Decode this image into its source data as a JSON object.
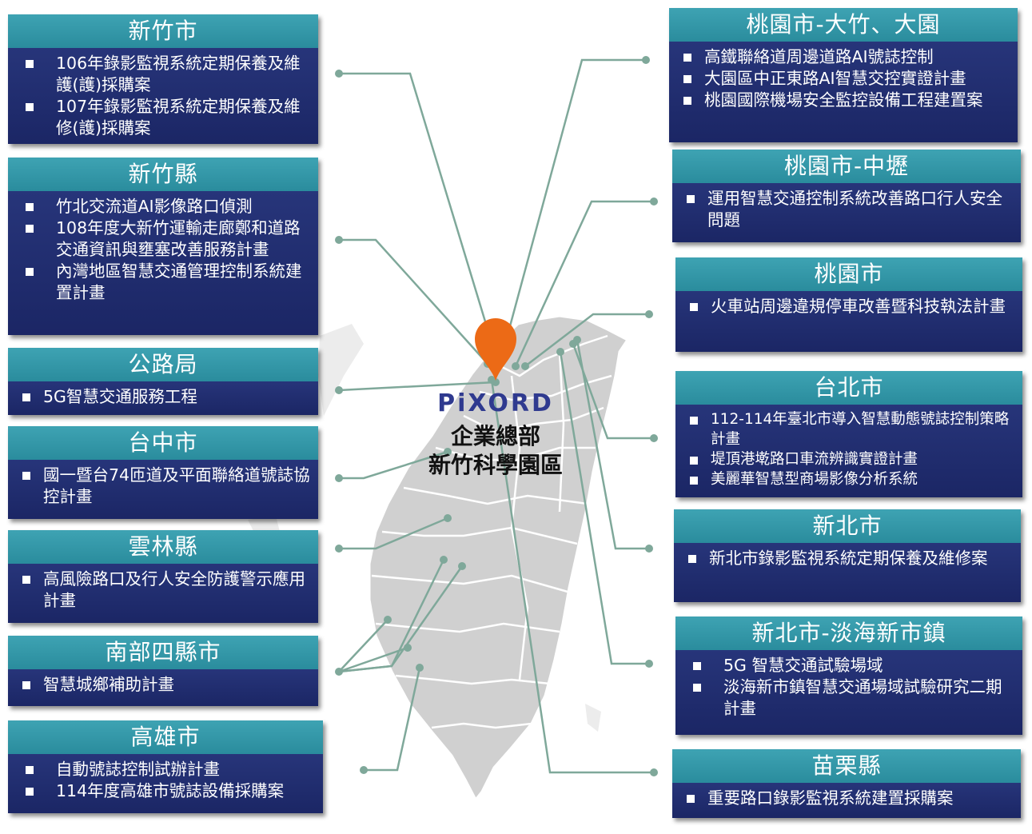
{
  "headquarters": {
    "logo_text": "PiXORD",
    "line1": "企業總部",
    "line2": "新竹科學園區"
  },
  "colors": {
    "header_teal": "#2f97a8",
    "body_navy": "#223070",
    "connector": "#7fa89a",
    "pin": "#ec6a16",
    "map_gray": "#d0d0d0"
  },
  "left_cards": [
    {
      "title": "新竹市",
      "items": [
        "106年錄影監視系統定期保養及維護(護)採購案",
        "107年錄影監視系統定期保養及維修(護)採購案"
      ]
    },
    {
      "title": "新竹縣",
      "items": [
        "竹北交流道AI影像路口偵測",
        "108年度大新竹運輸走廊鄭和道路交通資訊與壅塞改善服務計畫",
        "內灣地區智慧交通管理控制系統建置計畫"
      ]
    },
    {
      "title": "公路局",
      "items": [
        "5G智慧交通服務工程"
      ]
    },
    {
      "title": "台中市",
      "items": [
        "國一暨台74匝道及平面聯絡道號誌協控計畫"
      ]
    },
    {
      "title": "雲林縣",
      "items": [
        "高風險路口及行人安全防護警示應用計畫"
      ]
    },
    {
      "title": "南部四縣市",
      "items": [
        "智慧城鄉補助計畫"
      ]
    },
    {
      "title": "高雄市",
      "items": [
        "自動號誌控制試辦計畫",
        "114年度高雄市號誌設備採購案"
      ]
    }
  ],
  "right_cards": [
    {
      "title": "桃園市-大竹、大園",
      "items": [
        "高鐵聯絡道周邊道路AI號誌控制",
        "大園區中正東路AI智慧交控實證計畫",
        "桃園國際機場安全監控設備工程建置案"
      ]
    },
    {
      "title": "桃園市-中壢",
      "items": [
        "運用智慧交通控制系統改善路口行人安全問題"
      ]
    },
    {
      "title": "桃園市",
      "items": [
        "火車站周邊違規停車改善暨科技執法計畫"
      ]
    },
    {
      "title": "台北市",
      "items": [
        "112-114年臺北市導入智慧動態號誌控制策略計畫",
        "堤頂港墘路口車流辨識實證計畫",
        "美麗華智慧型商場影像分析系統"
      ]
    },
    {
      "title": "新北市",
      "items": [
        "新北市錄影監視系統定期保養及維修案"
      ]
    },
    {
      "title": "新北市-淡海新市鎮",
      "items": [
        "5G 智慧交通試驗場域",
        "淡海新市鎮智慧交通場域試驗研究二期計畫"
      ]
    },
    {
      "title": "苗栗縣",
      "items": [
        "重要路口錄影監視系統建置採購案"
      ]
    }
  ]
}
